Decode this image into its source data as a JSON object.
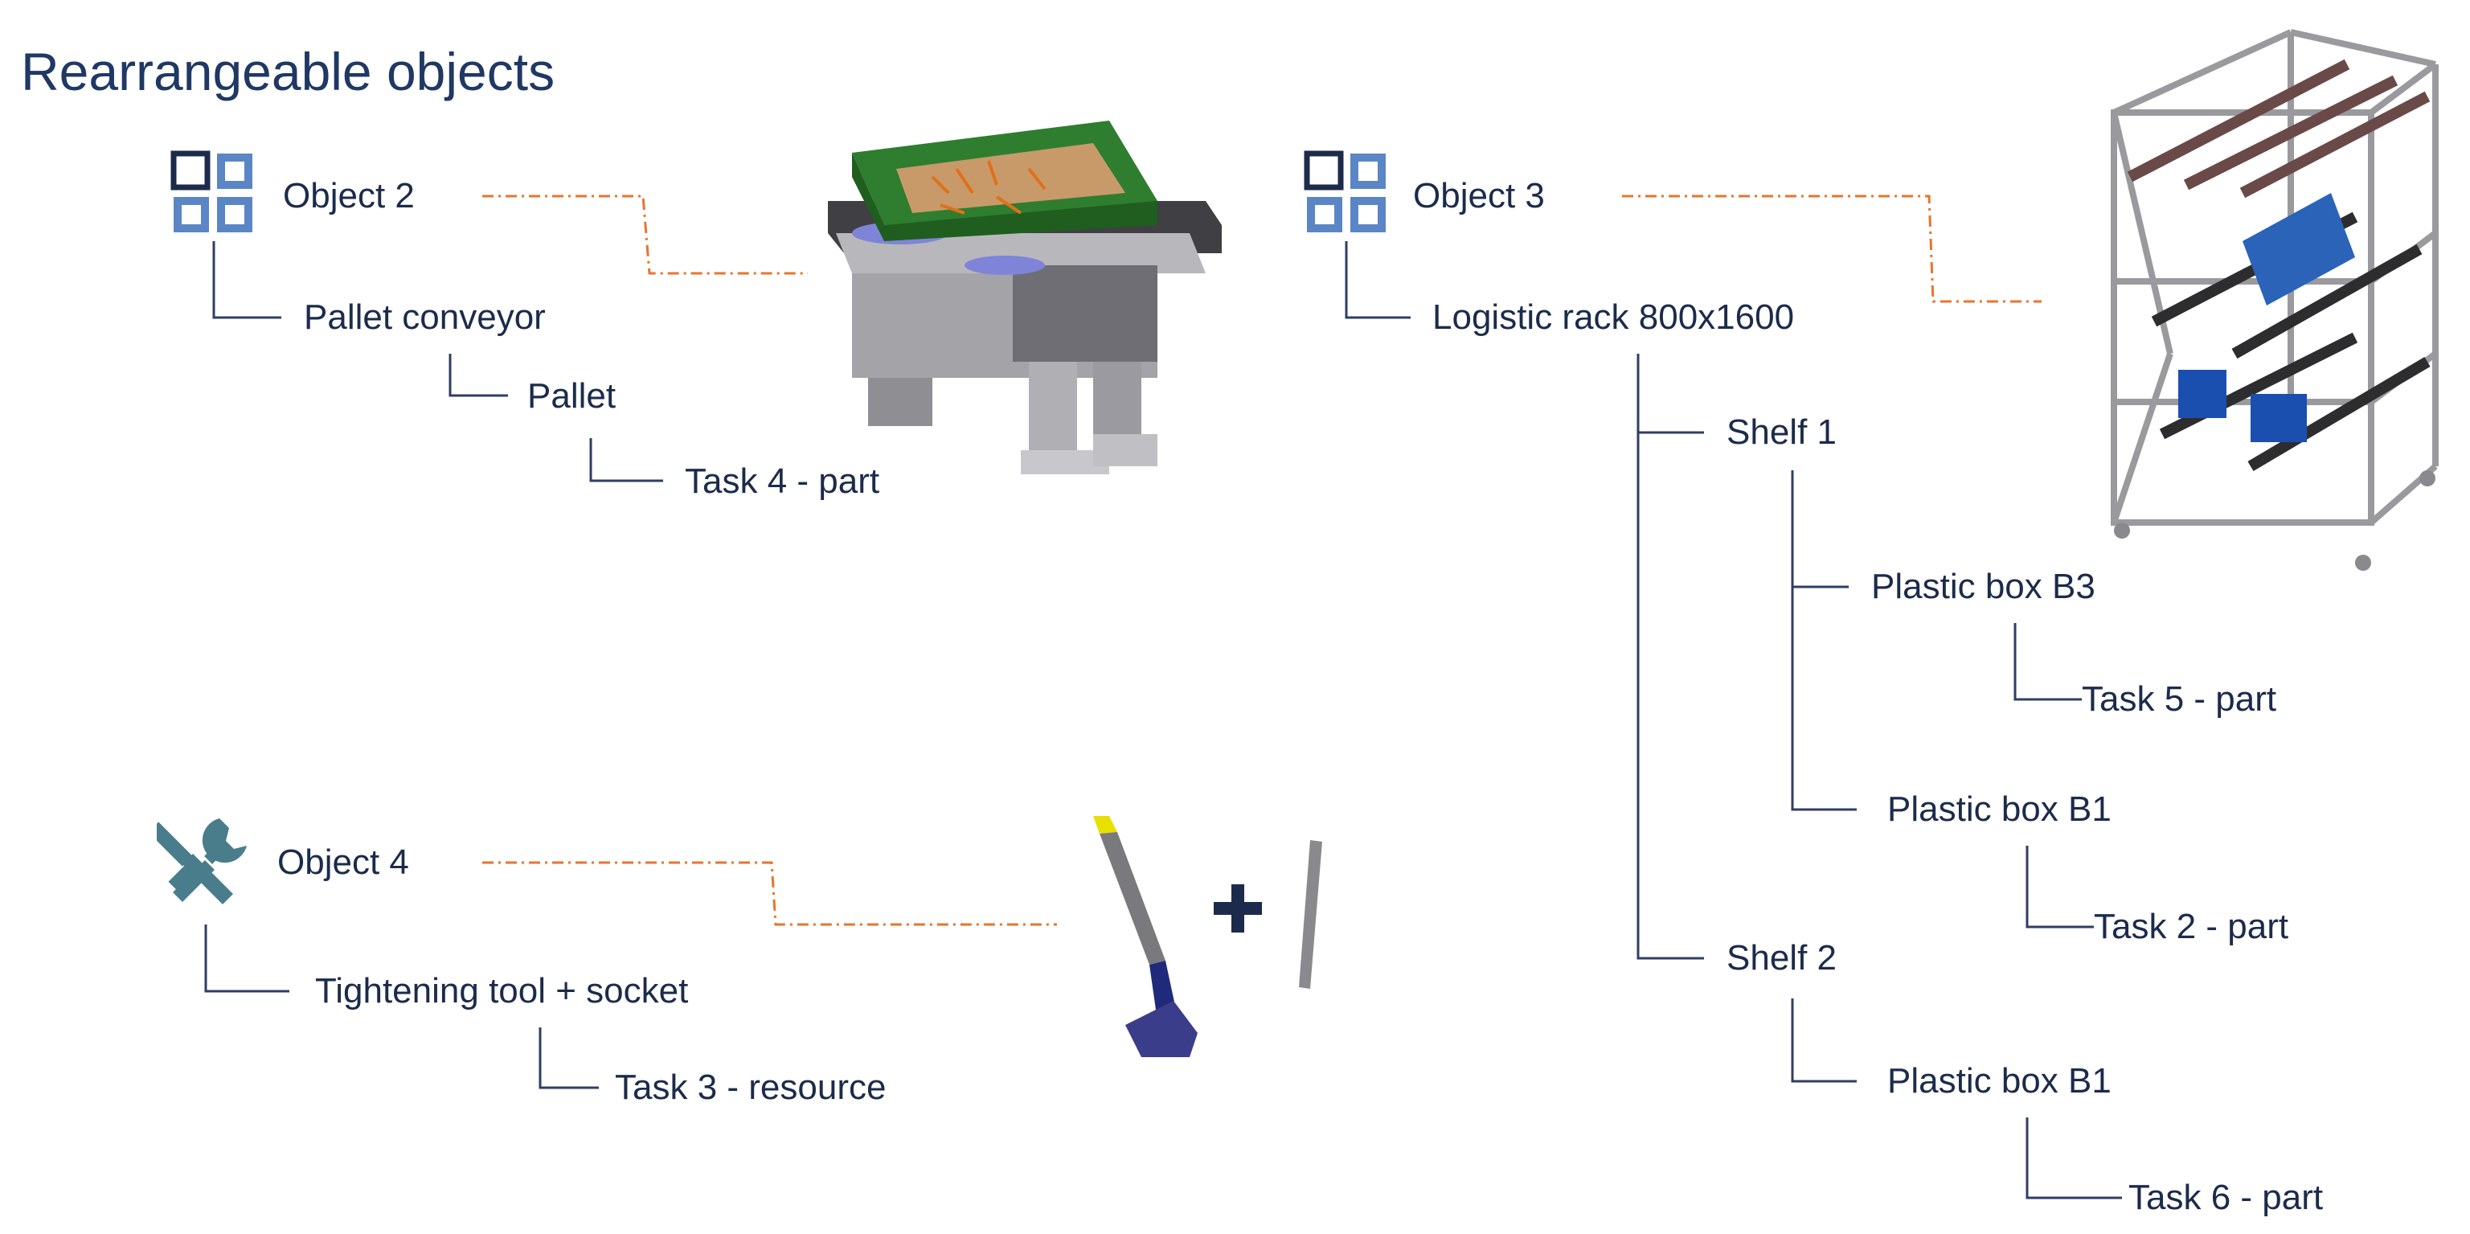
{
  "title": "Rearrangeable objects",
  "colors": {
    "tree_line": "#2f3f63",
    "leader_line": "#e8742e",
    "text": "#1c2b4b",
    "icon_blue": "#5b86c5",
    "icon_tool": "#4a7d8c"
  },
  "icons": {
    "object_2": "object-grid-icon",
    "object_3": "object-grid-icon",
    "object_4": "tool-wrench-screwdriver-icon",
    "plus": "plus-icon"
  },
  "objects": {
    "object_2": {
      "label": "Object 2",
      "children": {
        "pallet_conveyor": "Pallet conveyor",
        "pallet": "Pallet",
        "task4": "Task 4 - part"
      }
    },
    "object_3": {
      "label": "Object 3",
      "children": {
        "rack": "Logistic rack 800x1600",
        "shelf1": "Shelf 1",
        "box_b3": "Plastic box B3",
        "task5": "Task 5 - part",
        "box_b1_a": "Plastic box B1",
        "task2": "Task 2 - part",
        "shelf2": "Shelf 2",
        "box_b1_b": "Plastic box B1",
        "task6": "Task 6 - part"
      }
    },
    "object_4": {
      "label": "Object 4",
      "children": {
        "tool": "Tightening tool + socket",
        "task3": "Task 3 - resource"
      }
    }
  }
}
